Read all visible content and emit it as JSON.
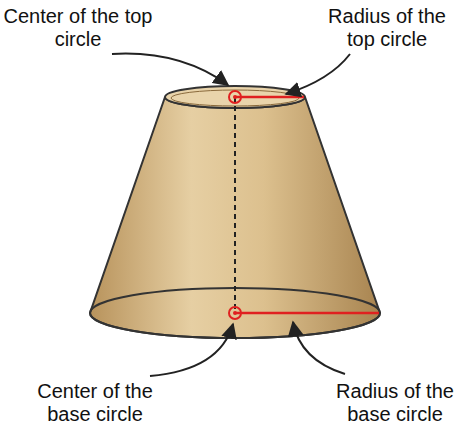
{
  "diagram": {
    "labels": [
      "Center of the top circle",
      "Radius of the top circle",
      "Center of the base circle",
      "Radius of the base circle"
    ]
  }
}
